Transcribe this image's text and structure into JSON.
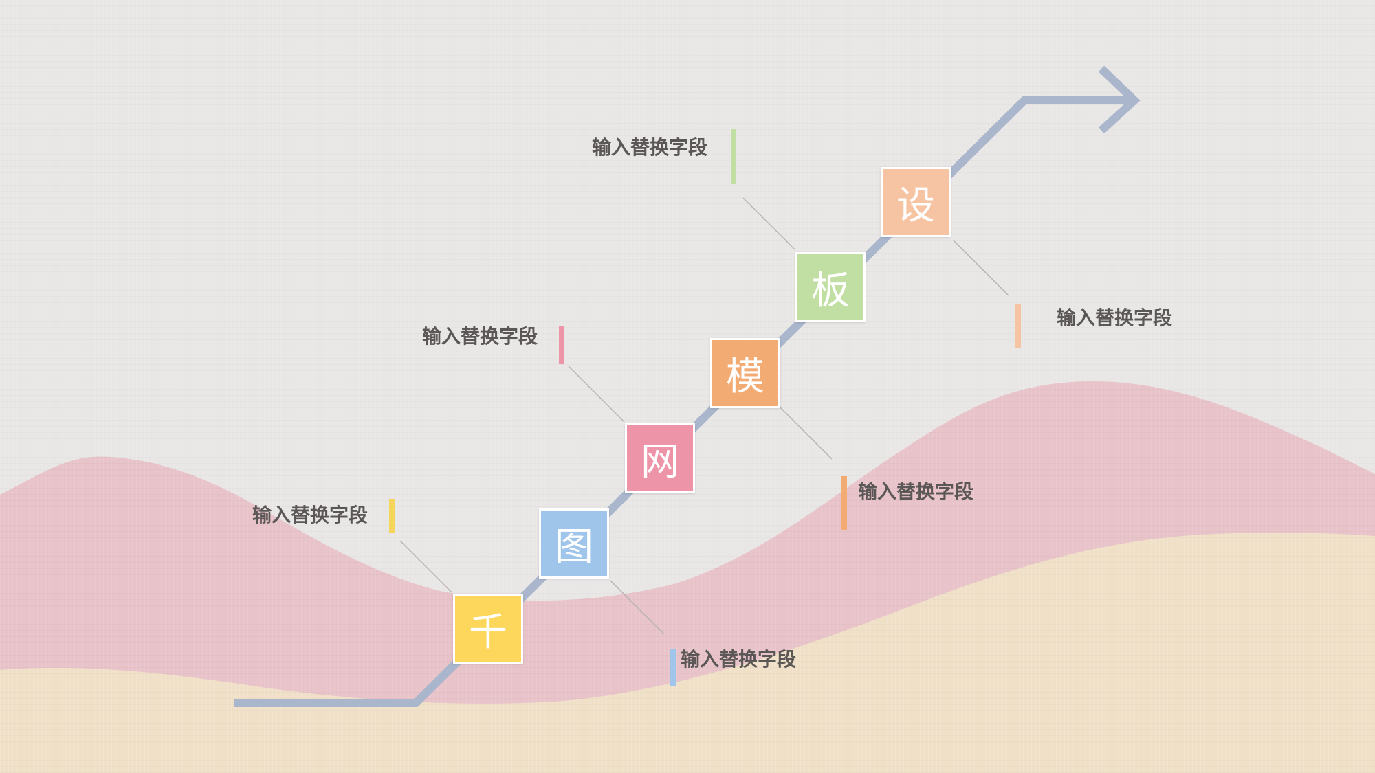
{
  "steps": [
    {
      "char": "千",
      "color": "#fdd75c"
    },
    {
      "char": "图",
      "color": "#9fc6ea"
    },
    {
      "char": "网",
      "color": "#ee94a8"
    },
    {
      "char": "模",
      "color": "#f3ab74"
    },
    {
      "char": "板",
      "color": "#c2dfa3"
    },
    {
      "char": "设",
      "color": "#f6c4a2"
    }
  ],
  "labels": [
    {
      "text": "输入替换字段",
      "color": "#f5d55a"
    },
    {
      "text": "输入替换字段",
      "color": "#9fc6ea"
    },
    {
      "text": "输入替换字段",
      "color": "#ee94a8"
    },
    {
      "text": "输入替换字段",
      "color": "#f3ab74"
    },
    {
      "text": "输入替换字段",
      "color": "#c2dfa3"
    },
    {
      "text": "输入替换字段",
      "color": "#f6c4a2"
    }
  ],
  "colors": {
    "background": "#e9e7e6",
    "pink_hill": "#e8c3c9",
    "sand_hill": "#f0e0c8",
    "arrow": "#a9b6cc",
    "connector": "#b7b2b2"
  }
}
